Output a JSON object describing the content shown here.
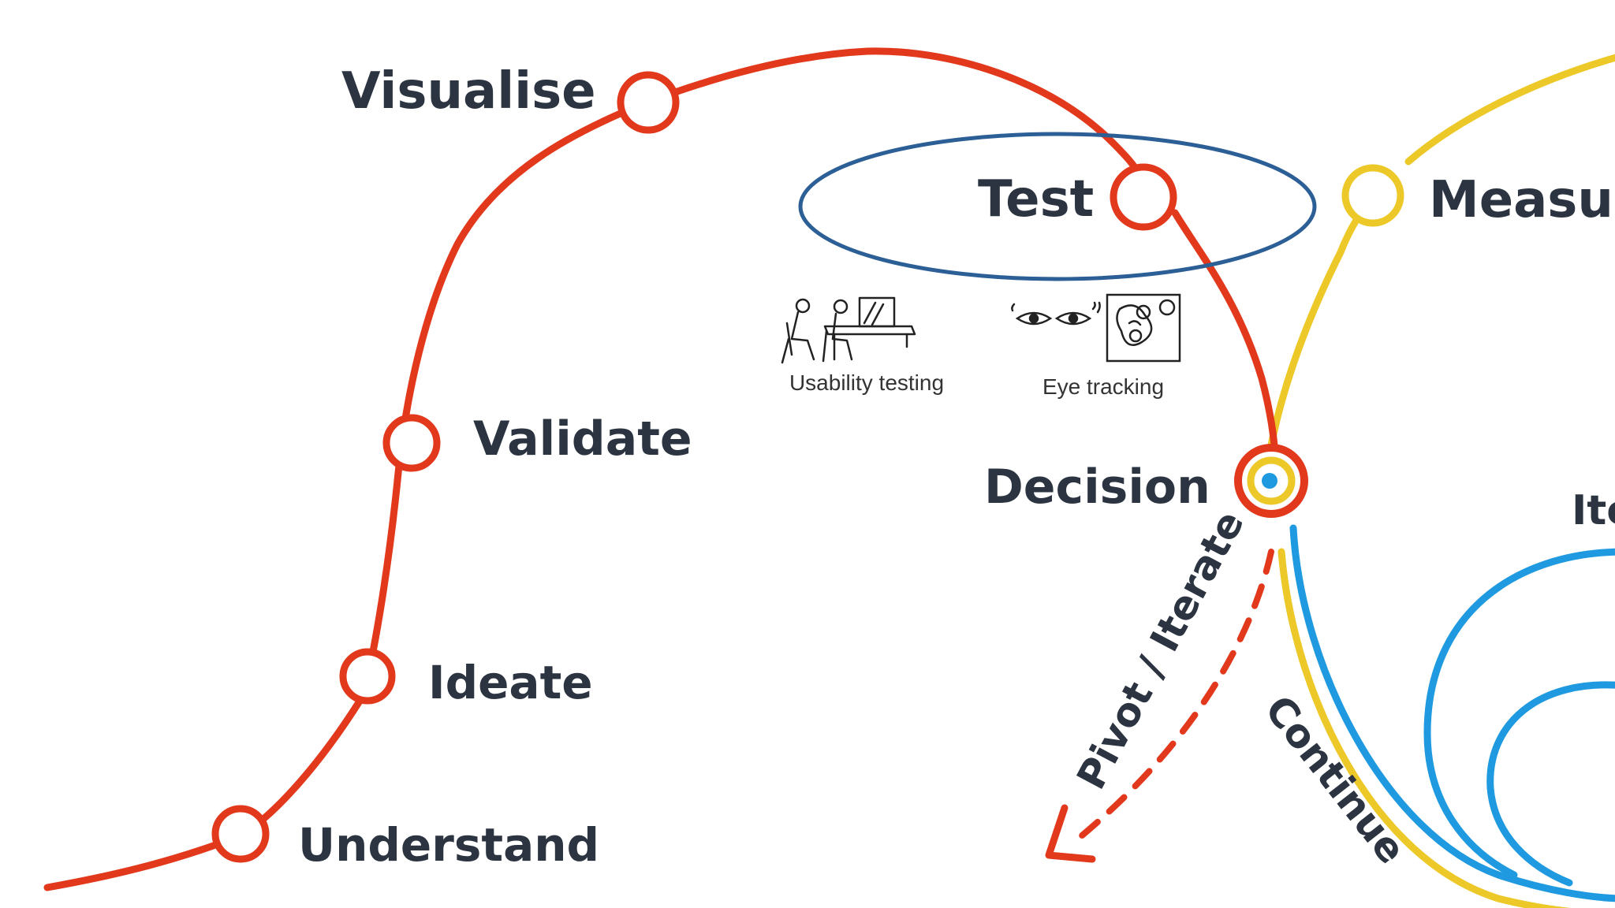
{
  "colors": {
    "red": "#e2381c",
    "yellow": "#ecc928",
    "blue": "#1f9ae0",
    "ellipse": "#2c5f96",
    "ink": "#2b3440"
  },
  "stages": {
    "understand": "Understand",
    "ideate": "Ideate",
    "validate": "Validate",
    "visualise": "Visualise",
    "test": "Test",
    "decision": "Decision",
    "measure": "Measur",
    "iterate": "Ite"
  },
  "methods": {
    "usability_testing": "Usability testing",
    "eye_tracking": "Eye tracking"
  },
  "paths": {
    "pivot": "Pivot / Iterate",
    "continue": "Continue"
  },
  "icons": {
    "usability": "people-at-computer-icon",
    "eye_tracking": "eyes-heatmap-icon",
    "logo": "brand-logo-icon"
  }
}
